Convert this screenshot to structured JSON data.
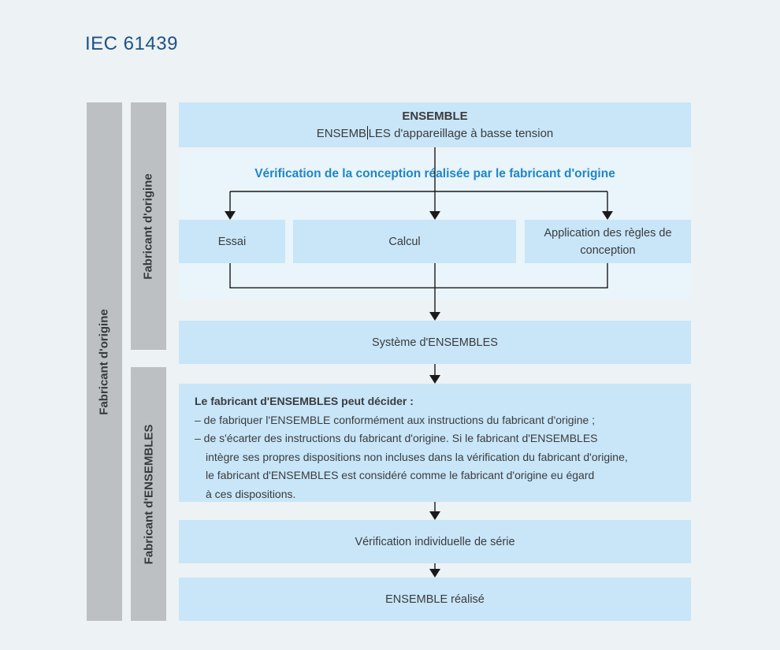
{
  "page": {
    "title": "IEC 61439"
  },
  "sidebar": {
    "outer_bar_label": "Fabricant d'origine",
    "inner_top_bar_label": "Fabricant d'origine",
    "inner_bottom_bar_label": "Fabricant d'ENSEMBLES"
  },
  "flow": {
    "header": {
      "line1": "ENSEMBLE",
      "line2_before_caret": "ENSEMB",
      "line2_after_caret": "LES d'appareillage à basse tension"
    },
    "verification_heading": "Vérification de la conception réalisée par le fabricant d'origine",
    "methods": [
      "Essai",
      "Calcul",
      "Application des règles de conception"
    ],
    "system_box": "Système d'ENSEMBLES",
    "decision": {
      "title": "Le fabricant d'ENSEMBLES peut décider :",
      "lines": [
        "– de fabriquer l'ENSEMBLE conformément aux instructions du fabricant d'origine ;",
        "– de s'écarter des instructions du fabricant d'origine. Si le fabricant d'ENSEMBLES",
        "intègre ses propres dispositions non incluses dans la vérification du fabricant d'origine,",
        "le fabricant d'ENSEMBLES est considéré comme le fabricant d'origine eu égard",
        "à ces dispositions."
      ]
    },
    "routine_box": "Vérification individuelle de série",
    "final_box": "ENSEMBLE réalisé"
  },
  "colors": {
    "page_background": "#edf2f4",
    "box_blue": "#c8e6f8",
    "panel_blue": "#e9f4fb",
    "bar_gray": "#bdc0c3",
    "heading_blue": "#1e86c8",
    "title_blue": "#1d5286",
    "line_black": "#1a1a1a",
    "text_dark": "#3b3b3d"
  }
}
